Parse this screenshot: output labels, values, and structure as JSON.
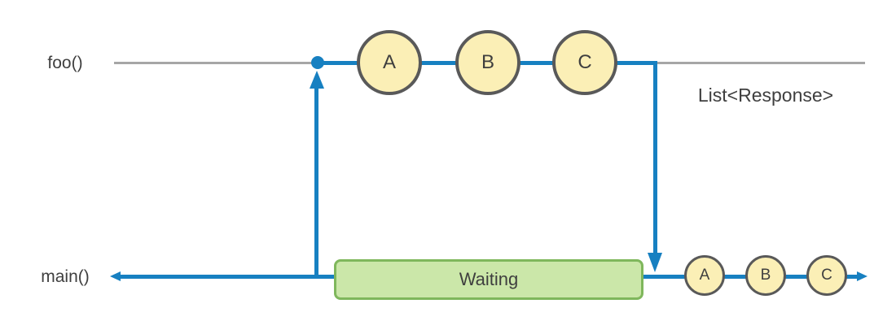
{
  "diagram": {
    "colors": {
      "blue": "#1780C1",
      "lifeline-gray": "#A6A6A6",
      "node-fill": "#FBEFB6",
      "node-border": "#595959",
      "waiting-fill": "#CBE7A9",
      "waiting-border": "#7FB75C",
      "text": "#3F3F3F"
    },
    "lifelines": {
      "foo": {
        "label": "foo()"
      },
      "main": {
        "label": "main()"
      }
    },
    "foo_tasks": [
      "A",
      "B",
      "C"
    ],
    "main_results": [
      "A",
      "B",
      "C"
    ],
    "waiting_label": "Waiting",
    "result_label": "List<Response>"
  }
}
